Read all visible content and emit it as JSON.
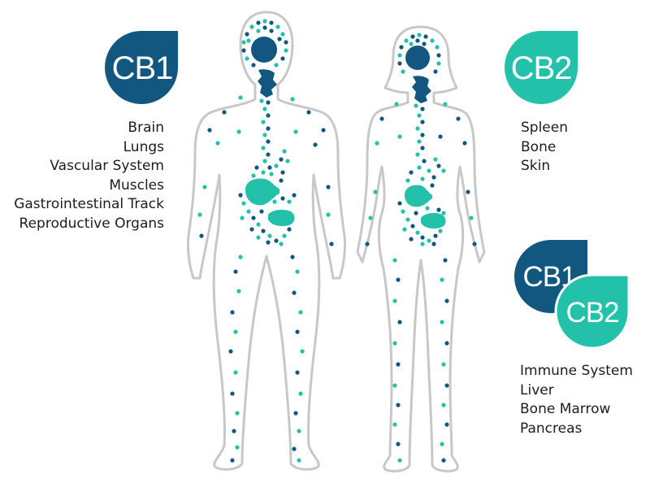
{
  "colors": {
    "cb1": "#12577f",
    "cb2": "#23c1a9",
    "body_outline": "#c8c8c8",
    "text": "#1d1d1b"
  },
  "badges": {
    "cb1": "CB1",
    "cb2": "CB2",
    "combined_cb1": "CB1",
    "combined_cb2": "CB2"
  },
  "lists": {
    "cb1": [
      "Brain",
      "Lungs",
      "Vascular System",
      "Muscles",
      "Gastrointestinal Track",
      "Reproductive Organs"
    ],
    "cb2": [
      "Spleen",
      "Bone",
      "Skin"
    ],
    "both": [
      "Immune System",
      "Liver",
      "Bone Marrow",
      "Pancreas"
    ]
  }
}
